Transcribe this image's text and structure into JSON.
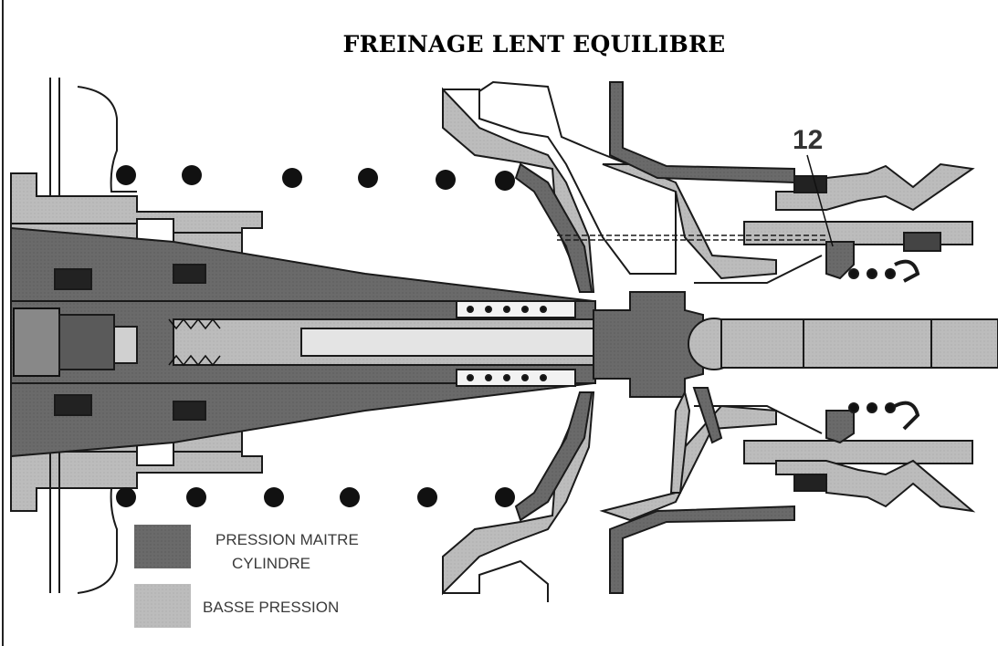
{
  "title": "FREINAGE LENT EQUILIBRE",
  "callouts": [
    {
      "label": "12"
    }
  ],
  "legend": [
    {
      "lines": [
        "PRESSION MAITRE",
        "CYLINDRE"
      ],
      "color": "#6a6a6a"
    },
    {
      "lines": [
        "BASSE PRESSION"
      ],
      "color": "#b8b8b8"
    }
  ],
  "colors": {
    "high_pressure": "#6a6a6a",
    "low_pressure": "#b8b8b8",
    "outline": "#1a1a1a",
    "dark_fill": "#2e2e2e",
    "ball": "#111111"
  }
}
